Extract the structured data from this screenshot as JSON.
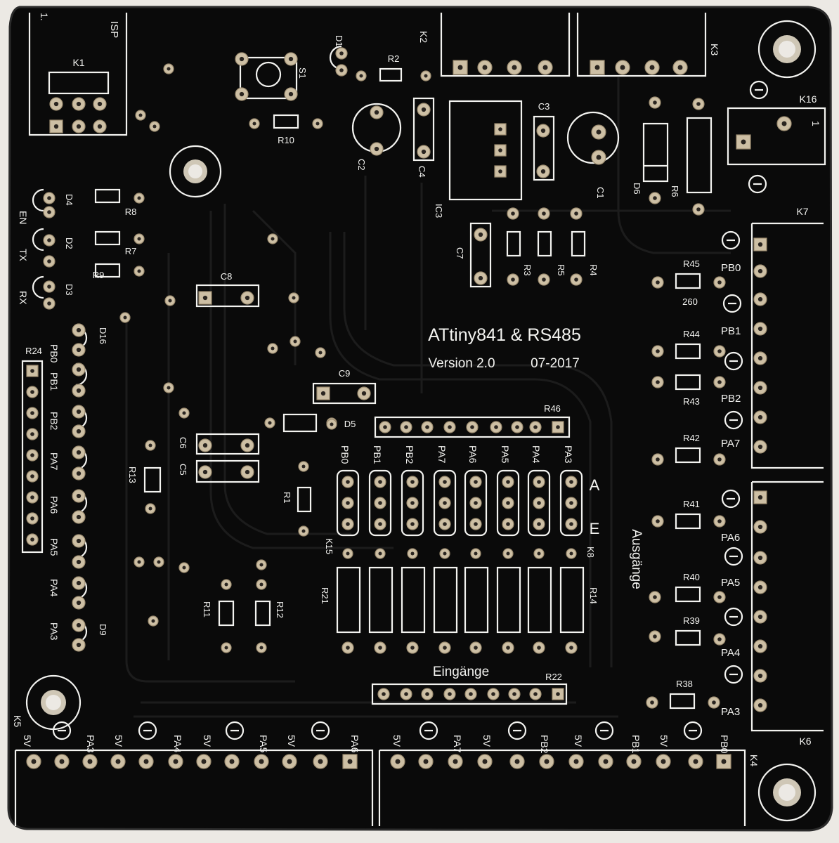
{
  "board": {
    "title": "ATtiny841 & RS485",
    "version": "Version 2.0",
    "date": "07-2017",
    "label_inputs": "Eingänge",
    "label_outputs": "Ausgänge",
    "label_A": "A",
    "label_E": "E",
    "colors": {
      "pcb": "#0a0a0a",
      "silk": "#f3f3f0",
      "pad": "#cdbfa4",
      "background": "#ece9e4"
    }
  },
  "refs": {
    "isp": "ISP",
    "k1": "K1",
    "one": "1.",
    "k2": "K2",
    "k3": "K3",
    "k4": "K4",
    "k5": "K5",
    "k6": "K6",
    "k7": "K7",
    "k8": "K8",
    "k15": "K15",
    "k16": "K16",
    "k16_1": "1",
    "d1": "D1",
    "d2": "D2",
    "d3": "D3",
    "d4": "D4",
    "d5": "D5",
    "d6": "D6",
    "d9": "D9",
    "d16": "D16",
    "s1": "S1",
    "r1": "R1",
    "r2": "R2",
    "r3": "R3",
    "r4": "R4",
    "r5": "R5",
    "r6": "R6",
    "r7": "R7",
    "r8": "R8",
    "r9": "R9",
    "r10": "R10",
    "r11": "R11",
    "r12": "R12",
    "r13": "R13",
    "r14": "R14",
    "r21": "R21",
    "r22": "R22",
    "r24": "R24",
    "r38": "R38",
    "r39": "R39",
    "r40": "R40",
    "r41": "R41",
    "r42": "R42",
    "r43": "R43",
    "r44": "R44",
    "r45": "R45",
    "r45_val": "260",
    "r46": "R46",
    "c1": "C1",
    "c2": "C2",
    "c3": "C3",
    "c4": "C4",
    "c5": "C5",
    "c6": "C6",
    "c7": "C7",
    "c8": "C8",
    "c9": "C9",
    "ic3": "IC3",
    "en": "EN",
    "tx": "TX",
    "rx": "RX"
  },
  "top_columns": [
    "PB0",
    "PB1",
    "PB2",
    "PA7",
    "PA6",
    "PA5",
    "PA4",
    "PA3"
  ],
  "left_column": [
    "PB0",
    "PB1",
    "PB2",
    "PA7",
    "PA6",
    "PA5",
    "PA4",
    "PA3"
  ],
  "right_labels": [
    "PB0",
    "PB1",
    "PB2",
    "PA7",
    "PA6",
    "PA5",
    "PA4",
    "PA3"
  ],
  "bottom_left": [
    "5V",
    "PA3",
    "5V",
    "PA4",
    "5V",
    "PA5",
    "5V",
    "PA6"
  ],
  "bottom_right": [
    "5V",
    "PA7",
    "5V",
    "PB2",
    "5V",
    "PB1",
    "5V",
    "PB0"
  ]
}
